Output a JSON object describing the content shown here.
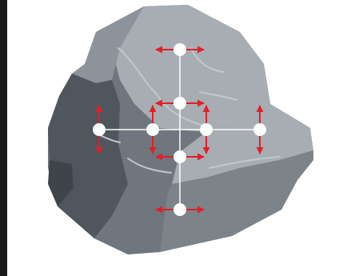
{
  "palette": {
    "background": "#ffffff",
    "edge_strip": "#1a1a1a",
    "face_top_light": "#a7adb3",
    "face_top_mid": "#8c939a",
    "face_left_dark": "#4f565d",
    "face_left_darker": "#3e444a",
    "face_front": "#6f767d",
    "face_right": "#7c8389",
    "crack": "#c3c8cc",
    "grid_line": "#ffffff",
    "node_fill": "#ffffff",
    "arrow_color": "#e02027"
  },
  "diagram": {
    "subject": "rock",
    "node_icon": "circle-node-icon",
    "arrow_icon": "double-arrow-icon",
    "node_count": 8,
    "nodes": [
      {
        "id": "n-top",
        "arrow": "horizontal"
      },
      {
        "id": "n-upper",
        "arrow": "horizontal"
      },
      {
        "id": "n-far-left",
        "arrow": "vertical"
      },
      {
        "id": "n-left",
        "arrow": "vertical"
      },
      {
        "id": "n-right",
        "arrow": "vertical"
      },
      {
        "id": "n-far-right",
        "arrow": "vertical"
      },
      {
        "id": "n-lower",
        "arrow": "horizontal"
      },
      {
        "id": "n-bottom",
        "arrow": "horizontal"
      }
    ]
  }
}
